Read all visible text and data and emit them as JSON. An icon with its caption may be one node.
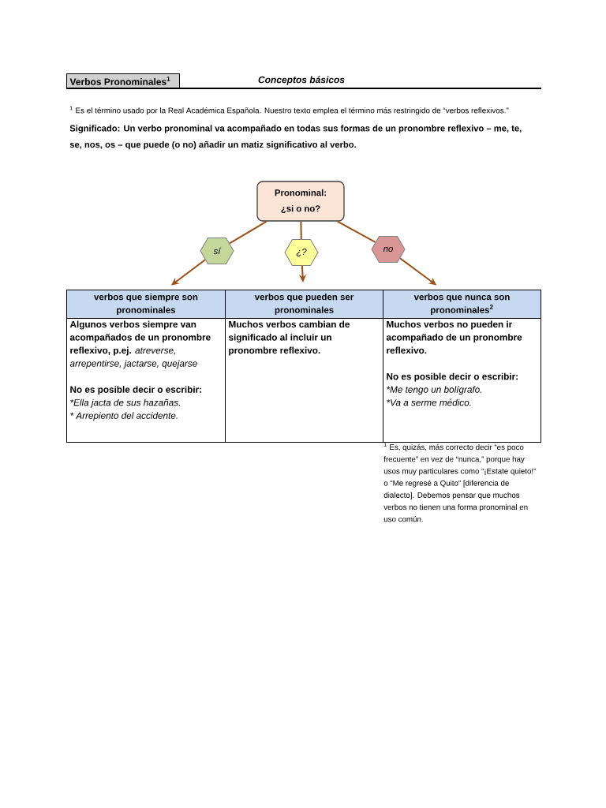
{
  "diagram": {
    "title": "Verbos Pronominales$^{1}$",
    "nodes": [
      {
        "text": [
          "Pronominal: ¿si o no?"
        ]
      },
      {
        "text": [
          "sí"
        ]
      },
      {
        "text": [
          "¿?"
        ]
      },
      {
        "text": [
          "no"
        ]
      },
      {
        "text": [
          "verbos que siempre son pronominales"
        ]
      },
      {
        "text": [
          "verbos que pueden ser pronominales"
        ]
      },
      {
        "text": [
          "verbos que nunca son pronominales$^{2}$"
        ]
      },
      {
        "text": [
          "**Algunos verbos siempre van acompañados de un pronombre reflexivo, p.ej.** *atreverse, arrepentirse, jactarse, quejarse*",
          "No es posible decir o escribir:",
          "*Ella jacta de sus hazañas.",
          "* Arrepiento del accidente."
        ]
      },
      {
        "text": [
          "Muchos verbos cambian de significado al incluir un pronombre reflexivo."
        ]
      },
      {
        "text": [
          "Muchos verbos no pueden ir acompañado de un pronombre reflexivo.",
          "No es posible decir o escribir:",
          "*Me tengo un bolígrafo.",
          "*Va a serme médico."
        ]
      }
    ],
    "edges": [
      {
        "from": 0,
        "to": 1,
        "arrow": "none"
      },
      {
        "from": 1,
        "to": 4,
        "arrow": "to"
      },
      {
        "from": 0,
        "to": 2,
        "arrow": "none"
      },
      {
        "from": 2,
        "to": 5,
        "arrow": "to"
      },
      {
        "from": 0,
        "to": 3,
        "arrow": "none"
      },
      {
        "from": 3,
        "to": 6,
        "arrow": "to"
      }
    ],
    "labels": [
      "Conceptos básicos",
      "$^{1}$ Es el término usado por la Real Académica Española. Nuestro texto emplea el término más restringido de “verbos reflexivos.”",
      "Significado: Un verbo pronominal va acompañado en todas sus formas de un pronombre reflexivo – me, te, se, nos, os – que puede (o no) añadir un matiz significativo al verbo.",
      "$^{1}$ Es, quizás, más correcto decir “es poco frecuente” en vez de “nunca,” porque hay usos muy particulares como “¡Estate quieto!” o “Me regresé a Quito” [diferencia de dialecto]. Debemos pensar que muchos verbos no tienen una forma pronominal en uso común."
    ]
  }
}
